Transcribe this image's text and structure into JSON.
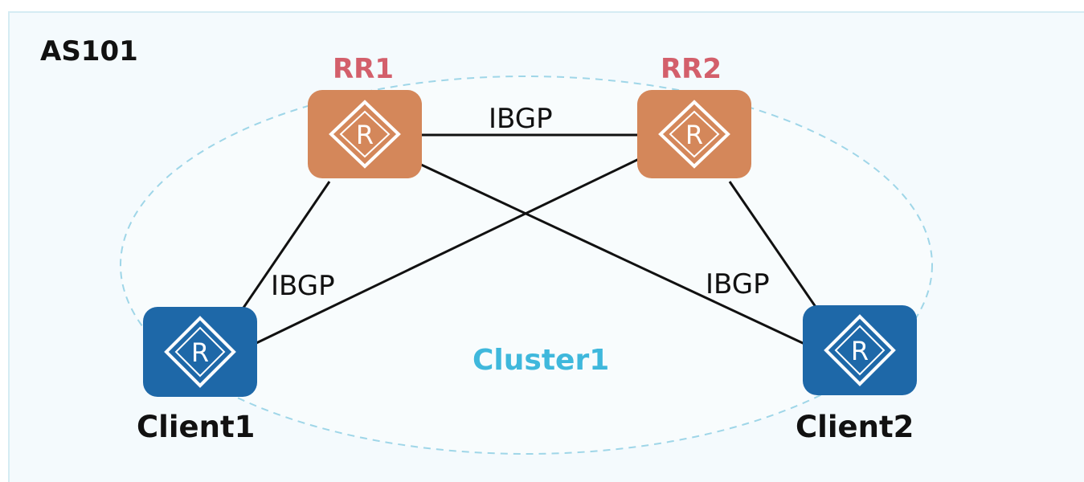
{
  "as_label": "AS101",
  "cluster_label": "Cluster1",
  "routers": {
    "rr1": {
      "name": "RR1",
      "glyph": "R",
      "icon": "router-icon"
    },
    "rr2": {
      "name": "RR2",
      "glyph": "R",
      "icon": "router-icon"
    },
    "client1": {
      "name": "Client1",
      "glyph": "R",
      "icon": "router-icon"
    },
    "client2": {
      "name": "Client2",
      "glyph": "R",
      "icon": "router-icon"
    }
  },
  "links": {
    "label_top": "IBGP",
    "label_left": "IBGP",
    "label_right": "IBGP"
  },
  "colors": {
    "rr": "#d4875a",
    "client": "#1e68a8",
    "rr_label": "#d35f6b",
    "cluster_label": "#3fb8dc",
    "cluster_outline": "#9fd6e8"
  }
}
